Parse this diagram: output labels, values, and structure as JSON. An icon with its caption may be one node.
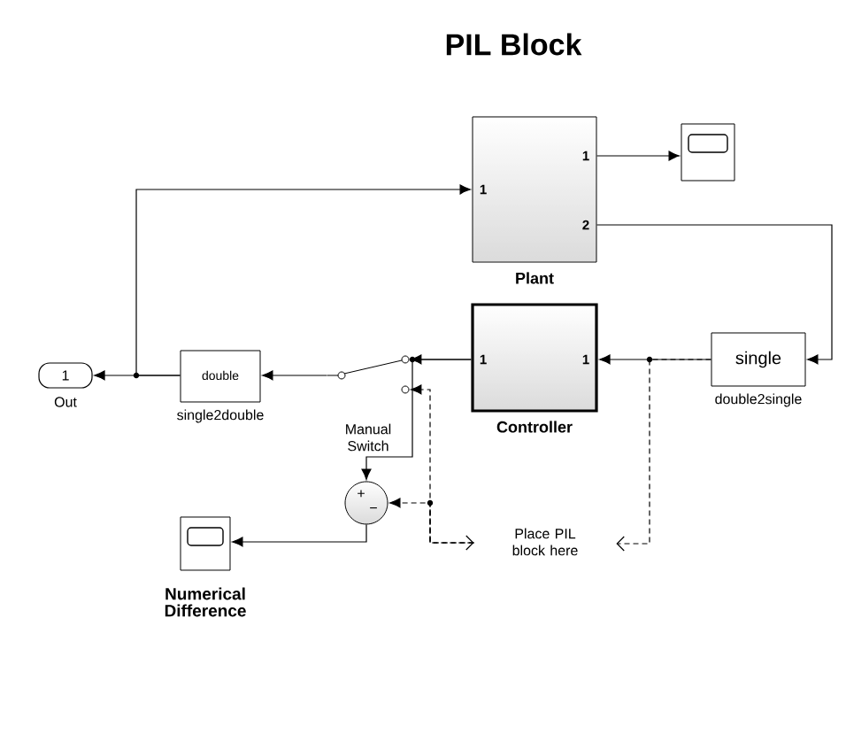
{
  "diagram": {
    "title": "PIL Block",
    "nodes": [
      {
        "text": [
          "1"
        ],
        "beside": [
          "Out"
        ]
      },
      {
        "text": [
          "double"
        ],
        "beside": [
          "single2double"
        ]
      },
      {
        "text": [
          "Manual Switch"
        ]
      },
      {
        "text": [
          "1",
          "1",
          "2",
          "Plant"
        ]
      },
      {
        "text": [],
        "shape": "box"
      },
      {
        "text": [
          "1",
          "1",
          "Controller"
        ]
      },
      {
        "text": [
          "single"
        ],
        "beside": [
          "double2single"
        ]
      },
      {
        "text": [
          "+",
          "−"
        ]
      },
      {
        "text": [
          "Numerical Difference"
        ]
      },
      {
        "text": [
          "Place PIL block here"
        ]
      }
    ],
    "edges": [
      {
        "from": 3,
        "to": 4,
        "arrow": "to"
      },
      {
        "from": 3,
        "to": 6,
        "arrow": "to"
      },
      {
        "from": 6,
        "to": 5,
        "arrow": "to"
      },
      {
        "from": 6,
        "to": 9,
        "arrow": "to",
        "style": "dashed"
      },
      {
        "from": 5,
        "to": 2,
        "arrow": "to"
      },
      {
        "from": 5,
        "to": 7,
        "arrow": "to"
      },
      {
        "from": 9,
        "to": 2,
        "arrow": "both",
        "style": "dashed"
      },
      {
        "from": 9,
        "to": 7,
        "arrow": "both",
        "style": "dashed"
      },
      {
        "from": 2,
        "to": 1,
        "arrow": "to"
      },
      {
        "from": 1,
        "to": 0,
        "arrow": "to"
      },
      {
        "from": 1,
        "to": 3,
        "arrow": "to"
      },
      {
        "from": 7,
        "to": 8,
        "arrow": "to"
      }
    ]
  }
}
